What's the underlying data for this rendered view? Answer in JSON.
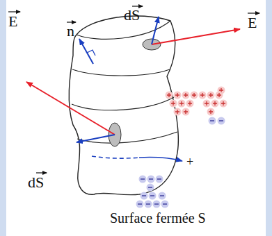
{
  "diagram": {
    "caption": "Surface fermée S",
    "labels": [
      "E",
      "n",
      "dS",
      "E",
      "dS",
      "+"
    ]
  }
}
